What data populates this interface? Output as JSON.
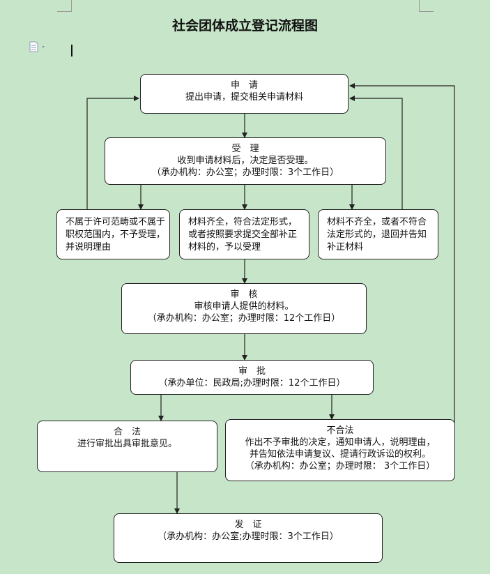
{
  "title": "社会团体成立登记流程图",
  "colors": {
    "background": "#c7e5c8",
    "box_fill": "#ffffff",
    "stroke": "#222222"
  },
  "icons": {
    "toolbar": "document-dropdown-icon"
  },
  "nodes": {
    "apply": {
      "head": "申　请",
      "lines": [
        "提出申请，提交相关申请材料"
      ]
    },
    "accept": {
      "head": "受　理",
      "lines": [
        "收到申请材料后，决定是否受理。",
        "（承办机构：办公室；办理时限：3个工作日）"
      ]
    },
    "reject": {
      "lines": [
        "不属于许可范畴或不属于职权范围内，不予受理，并说明理由"
      ]
    },
    "complete": {
      "lines": [
        "材料齐全，符合法定形式，或者按照要求提交全部补正材料的，予以受理"
      ]
    },
    "supplement": {
      "lines": [
        "材料不齐全，或者不符合法定形式的，退回并告知补正材料"
      ]
    },
    "review": {
      "head": "审　核",
      "lines": [
        "审核申请人提供的材料。",
        "（承办机构：办公室；办理时限：12个工作日）"
      ]
    },
    "approve": {
      "head": "审　批",
      "lines": [
        "（承办单位：民政局;办理时限：12个工作日）"
      ]
    },
    "legal": {
      "head": "合　法",
      "lines": [
        "进行审批出具审批意见。"
      ]
    },
    "illegal": {
      "head": "不合法",
      "lines": [
        "作出不予审批的决定，通知申请人，说明理由，",
        "并告知依法申请复议、提请行政诉讼的权利。",
        "（承办机构：办公室；办理时限：  3个工作日）"
      ]
    },
    "issue": {
      "head": "发　证",
      "lines": [
        "（承办机构：办公室;办理时限：3个工作日）"
      ]
    }
  }
}
